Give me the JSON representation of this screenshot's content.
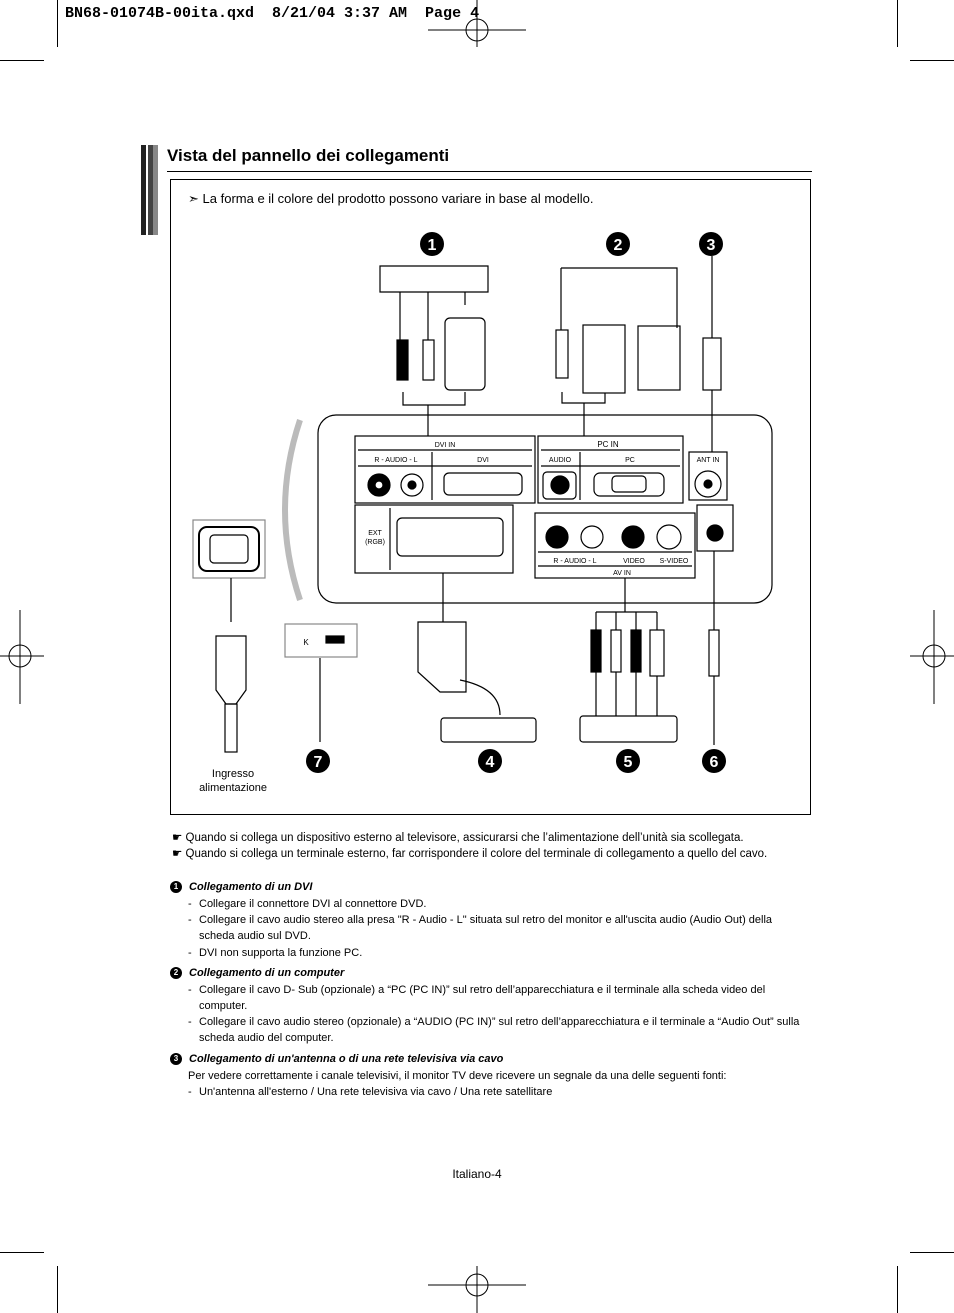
{
  "header": {
    "slug": "BN68-01074B-00ita.qxd  8/21/04 3:37 AM  Page 4"
  },
  "title": "Vista del pannello dei collegamenti",
  "note": "La forma e il colore del prodotto possono variare in base al modello.",
  "diagram": {
    "numbers": [
      "1",
      "2",
      "3",
      "4",
      "5",
      "6",
      "7"
    ],
    "dvi_in": "DVI IN",
    "audio_rl": "R - AUDIO - L",
    "dvi": "DVI",
    "pc_in": "PC IN",
    "audio": "AUDIO",
    "pc": "PC",
    "ant_in": "ANT IN",
    "ext": "EXT",
    "rgb": "(RGB)",
    "video": "VIDEO",
    "svideo": "S-VIDEO",
    "av_in": "AV IN",
    "k": "K",
    "power_line1": "Ingresso",
    "power_line2": "alimentazione"
  },
  "tips": [
    "Quando si collega un dispositivo esterno al televisore, assicurarsi che l’alimentazione dell’unità sia scollegata.",
    "Quando si collega un terminale esterno, far corrispondere il colore del terminale di collegamento a quello del cavo."
  ],
  "sections": [
    {
      "num": "1",
      "heading": "Collegamento di un DVI",
      "items": [
        "Collegare il connettore DVI al connettore DVD.",
        "Collegare il cavo audio stereo alla presa \"R - Audio - L\" situata sul retro del monitor e all'uscita audio (Audio Out) della scheda audio sul DVD.",
        "DVI non supporta la funzione PC."
      ]
    },
    {
      "num": "2",
      "heading": "Collegamento di un computer",
      "items": [
        "Collegare il cavo D- Sub (opzionale) a “PC (PC IN)” sul retro dell’apparecchiatura e il terminale alla scheda video del computer.",
        "Collegare il cavo audio stereo (opzionale) a “AUDIO (PC IN)” sul retro dell’apparecchiatura e il terminale a “Audio Out” sulla scheda audio del computer."
      ]
    },
    {
      "num": "3",
      "heading": "Collegamento di un'antenna o di una rete televisiva via cavo",
      "intro": "Per vedere correttamente i canale televisivi, il monitor TV deve ricevere un segnale da una delle seguenti fonti:",
      "items": [
        "Un'antenna all'esterno / Una rete televisiva via cavo / Una rete satellitare"
      ]
    }
  ],
  "footer": "Italiano-4"
}
